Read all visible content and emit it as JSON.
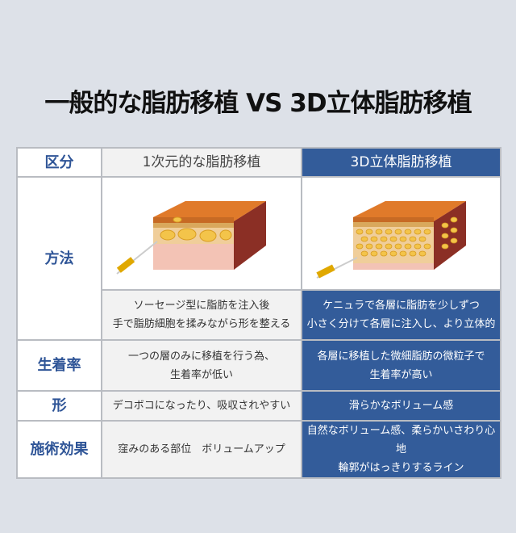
{
  "title": "一般的な脂肪移植 VS 3D立体脂肪移植",
  "header": {
    "label": "区分",
    "col1": "1次元的な脂肪移植",
    "col2": "3D立体脂肪移植"
  },
  "rows": [
    {
      "label": "方法",
      "col1": [
        "ソーセージ型に脂肪を注入後",
        "手で脂肪細胞を揉みながら形を整える"
      ],
      "col2": [
        "ケニュラで各層に脂肪を少しずつ",
        "小さく分けて各層に注入し、より立体的"
      ]
    },
    {
      "label": "生着率",
      "col1": [
        "一つの層のみに移植を行う為、",
        "生着率が低い"
      ],
      "col2": [
        "各層に移植した微細脂肪の微粒子で",
        "生着率が高い"
      ]
    },
    {
      "label": "形",
      "col1": [
        "デコボコになったり、吸収されやすい"
      ],
      "col2": [
        "滑らかなボリューム感"
      ]
    },
    {
      "label": "施術効果",
      "col1": [
        "窪みのある部位　ボリュームアップ"
      ],
      "col2": [
        "自然なボリューム感、柔らかいさわり心地",
        "輪郭がはっきりするライン"
      ]
    }
  ],
  "colors": {
    "accent": "#335c9a",
    "label": "#2f5597",
    "gray": "#f2f2f2"
  }
}
